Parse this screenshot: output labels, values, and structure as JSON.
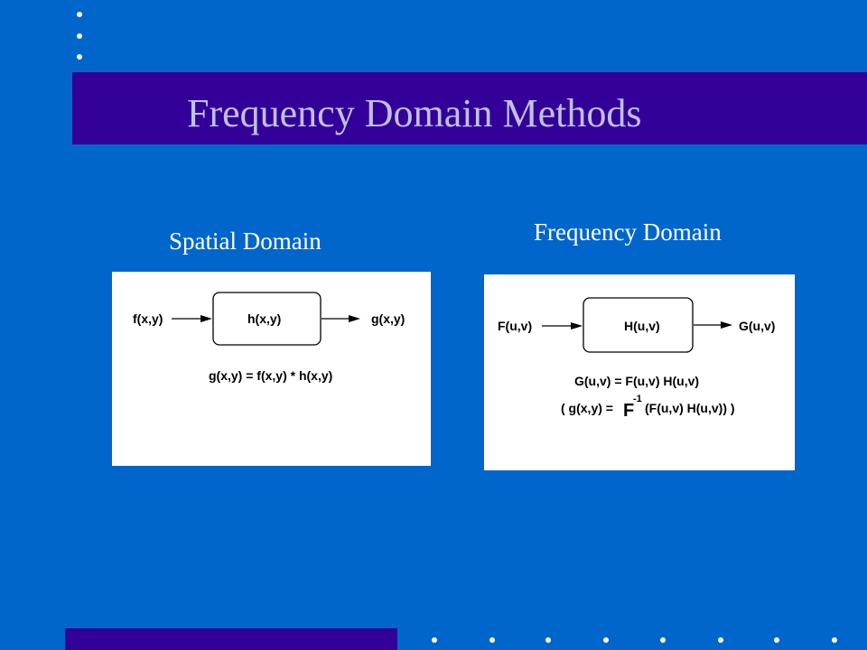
{
  "slide": {
    "title": "Frequency Domain Methods",
    "background_color": "#0066cc",
    "bar_color": "#330099",
    "title_color": "#c0c0e0"
  },
  "spatial": {
    "heading": "Spatial Domain",
    "input": "f(x,y)",
    "system": "h(x,y)",
    "output": "g(x,y)",
    "equation": "g(x,y) = f(x,y) * h(x,y)"
  },
  "frequency": {
    "heading": "Frequency Domain",
    "input": "F(u,v)",
    "system": "H(u,v)",
    "output": "G(u,v)",
    "equation": "G(u,v) = F(u,v) H(u,v)",
    "inverse_prefix": "( g(x,y) = ",
    "inverse_operator": "F",
    "inverse_exponent": "-1",
    "inverse_suffix": "(F(u,v) H(u,v)) )"
  }
}
